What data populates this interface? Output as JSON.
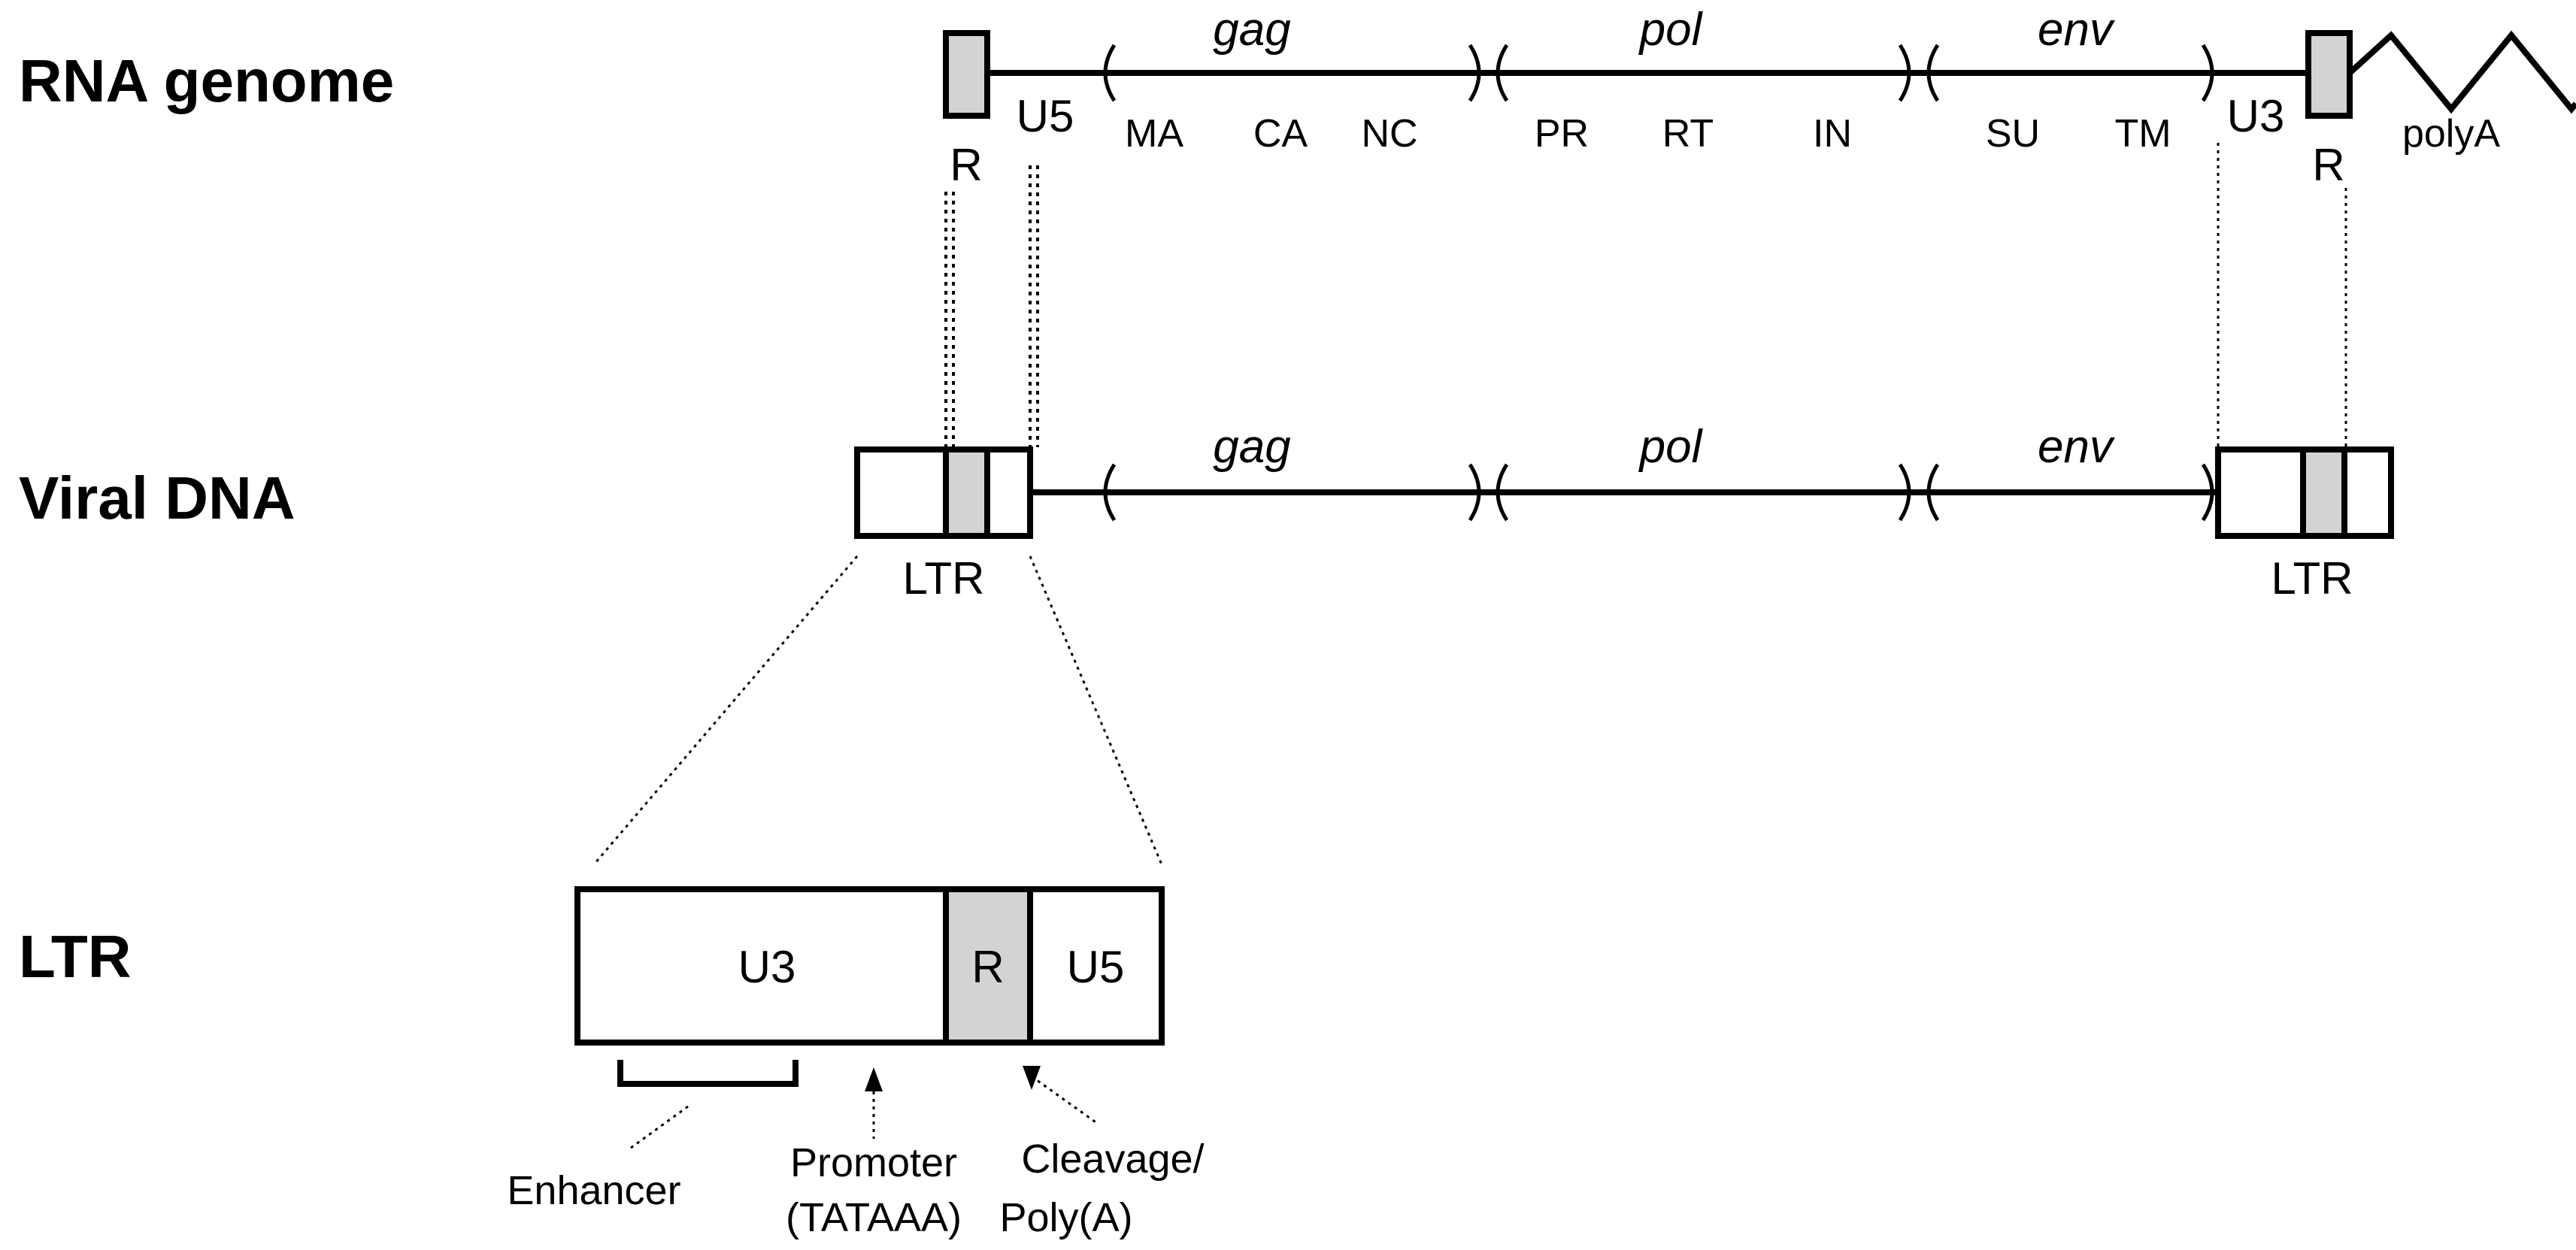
{
  "rows": {
    "rna": "RNA genome",
    "dna": "Viral DNA",
    "ltr": "LTR"
  },
  "genes": {
    "gag": "gag",
    "pol": "pol",
    "env": "env"
  },
  "proteins": {
    "ma": "MA",
    "ca": "CA",
    "nc": "NC",
    "pr": "PR",
    "rt": "RT",
    "in": "IN",
    "su": "SU",
    "tm": "TM"
  },
  "rna_labels": {
    "r_left": "R",
    "u5": "U5",
    "u3": "U3",
    "r_right": "R",
    "polya": "polyA"
  },
  "dna_labels": {
    "ltr_left": "LTR",
    "ltr_right": "LTR"
  },
  "ltr_detail": {
    "u3": "U3",
    "r": "R",
    "u5": "U5"
  },
  "annotations": {
    "enhancer": "Enhancer",
    "promoter_line1": "Promoter",
    "promoter_line2": "(TATAAA)",
    "cleavage_line1": "Cleavage/",
    "cleavage_line2": "Poly(A)"
  },
  "colors": {
    "r_region_fill": "#d3d3d3",
    "line": "#000000"
  }
}
